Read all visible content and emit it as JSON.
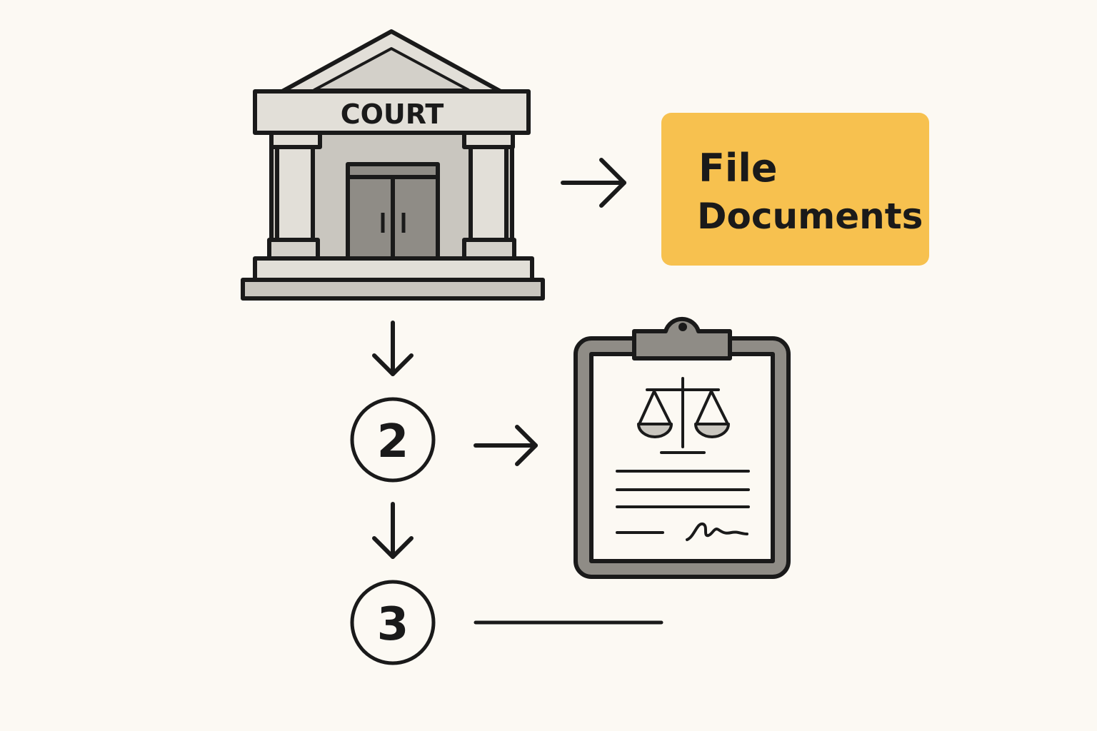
{
  "court": {
    "label": "COURT"
  },
  "file_box": {
    "line1": "File",
    "line2": "Documents"
  },
  "steps": [
    {
      "number": "2"
    },
    {
      "number": "3"
    }
  ],
  "colors": {
    "background": "#fcf9f3",
    "accent": "#f7c14f",
    "stone_light": "#e2dfd8",
    "stone_mid": "#c9c6bf",
    "stone_dark": "#8f8c86",
    "ink": "#1a1a1a"
  }
}
